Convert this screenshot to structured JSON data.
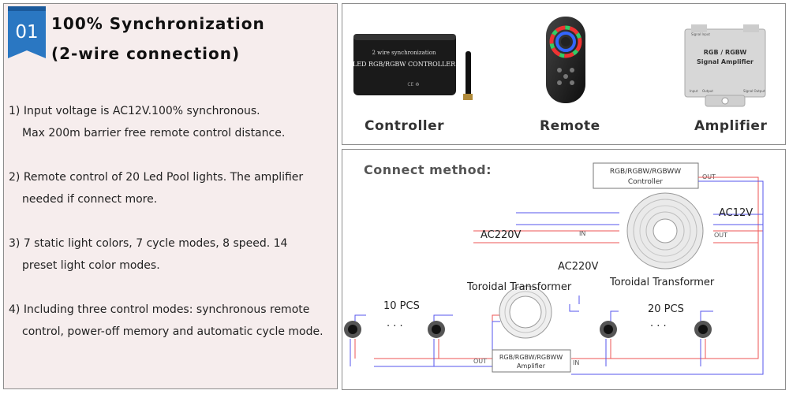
{
  "badge_number": "01",
  "title_line1": "100% Synchronization",
  "title_line2": "(2-wire connection)",
  "features": [
    {
      "line1": "1) Input voltage is AC12V.100% synchronous.",
      "line2": "Max 200m barrier free remote control distance."
    },
    {
      "line1": "2) Remote control of 20 Led Pool lights. The amplifier",
      "line2": "needed if connect more."
    },
    {
      "line1": "3) 7 static light colors, 7 cycle modes, 8 speed. 14",
      "line2": "preset light color modes."
    },
    {
      "line1": "4) Including three control modes: synchronous remote",
      "line2": "control, power-off memory and automatic cycle mode."
    }
  ],
  "products": {
    "controller": {
      "caption": "Controller",
      "label_top": "2 wire synchronization",
      "label_main": "LED RGB/RGBW CONTROLLER",
      "marks": "CE  ♻"
    },
    "remote": {
      "caption": "Remote"
    },
    "amplifier": {
      "caption": "Amplifier",
      "label_input": "Signal Input",
      "label_line1": "RGB / RGBW",
      "label_line2": "Signal Amplifier",
      "label_in": "Input",
      "label_out": "Output",
      "label_sig_out": "Signal Output"
    }
  },
  "diagram": {
    "title": "Connect method:",
    "controller_line1": "RGB/RGBW/RGBWW",
    "controller_line2": "Controller",
    "out_top": "OUT",
    "ac12v": "AC12V",
    "ac220v_1": "AC220V",
    "in_1": "IN",
    "out_1": "OUT",
    "ac220v_2": "AC220V",
    "transformer_right": "Toroidal Transformer",
    "transformer_left": "Toroidal Transformer",
    "pcs_left": "10 PCS",
    "pcs_right": "20 PCS",
    "dots": ". . .",
    "amp_line1": "RGB/RGBW/RGBWW",
    "amp_line2": "Amplifier",
    "amp_out": "OUT",
    "amp_in": "IN"
  }
}
